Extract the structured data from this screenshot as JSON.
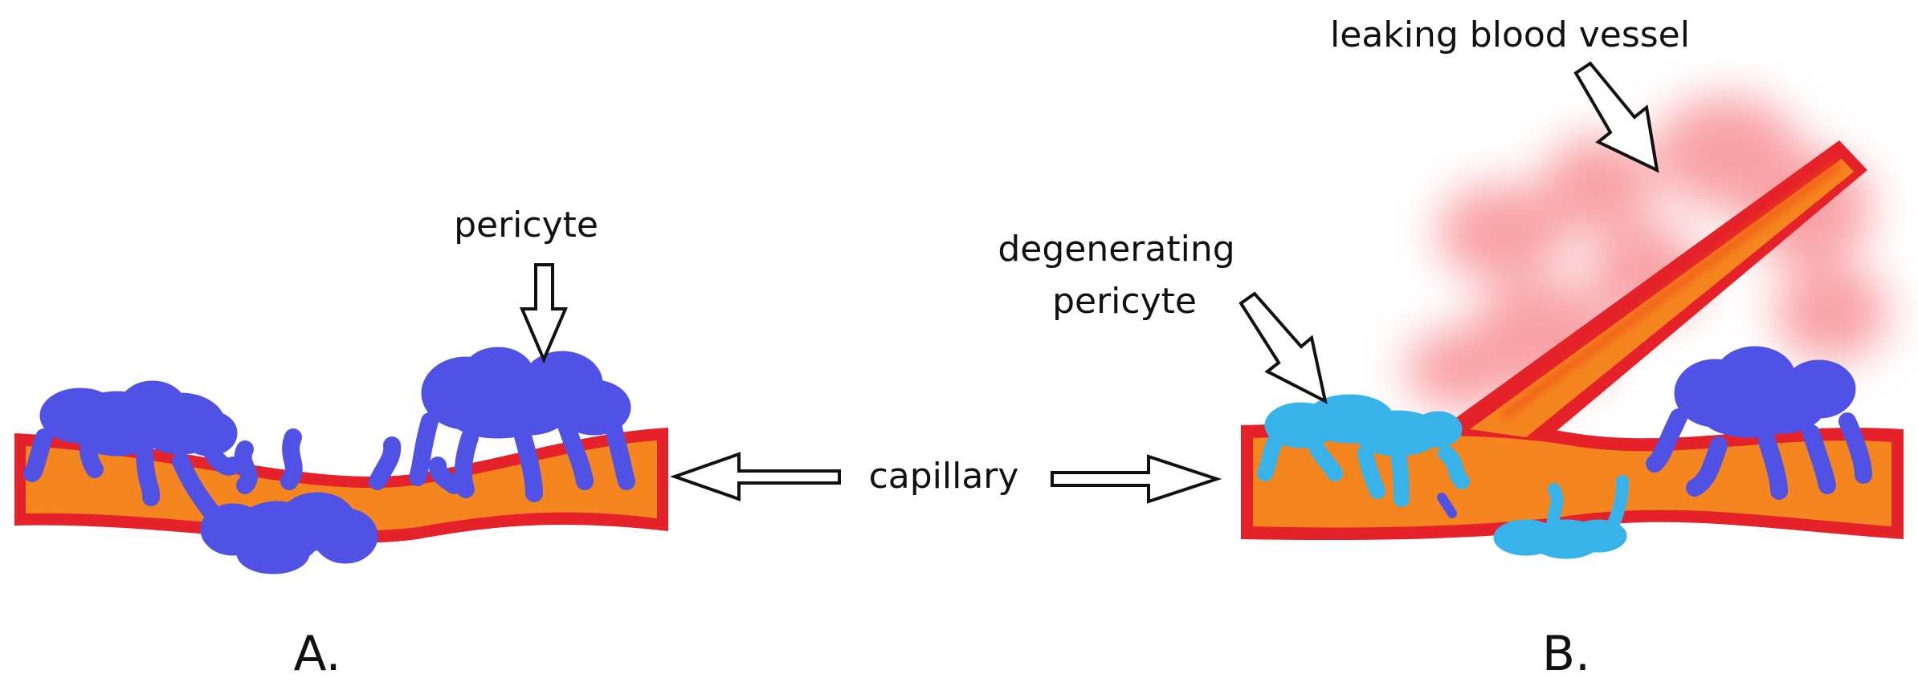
{
  "labels": {
    "pericyte": "pericyte",
    "capillary": "capillary",
    "degenerating_line1": "degenerating",
    "degenerating_line2": "pericyte",
    "leaking_vessel": "leaking blood vessel",
    "panel_a": "A.",
    "panel_b": "B."
  },
  "colors": {
    "vessel_wall": "#e5222a",
    "vessel_lumen": "#f5861f",
    "pericyte_healthy": "#4f52e4",
    "pericyte_degenerating": "#38b3ea",
    "leak_haze": "#f2545b",
    "arrow_fill": "#ffffff",
    "arrow_stroke": "#111111"
  }
}
